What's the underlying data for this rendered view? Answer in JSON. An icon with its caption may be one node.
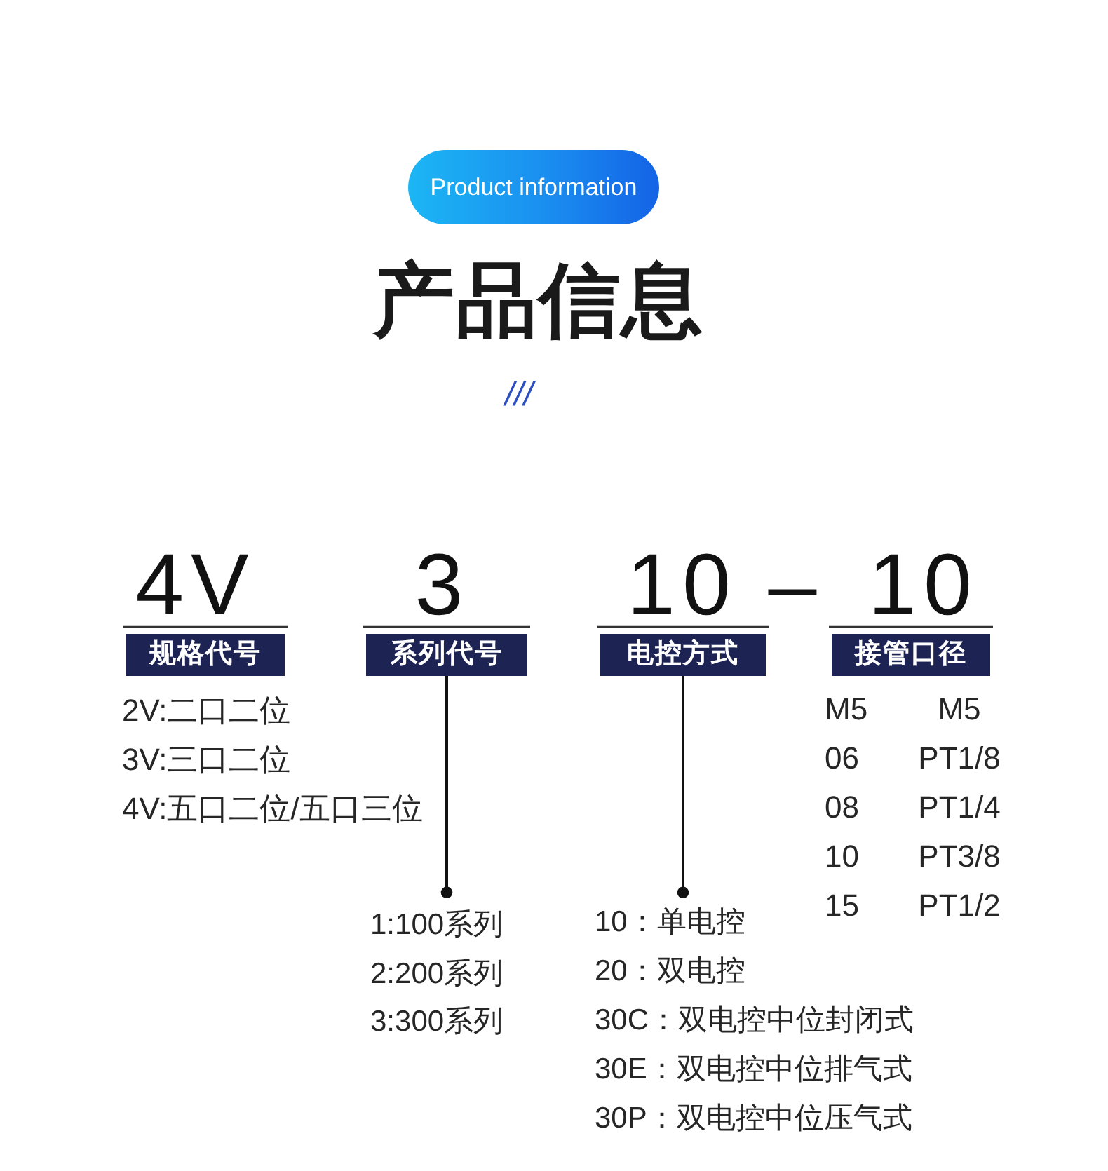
{
  "diagram": {
    "title": "产品信息",
    "nodes": [
      {
        "text": [
          "Product information"
        ]
      },
      {
        "text": [
          "规格代号"
        ],
        "beside": [
          "4V"
        ]
      },
      {
        "text": [
          "系列代号"
        ],
        "beside": [
          "3"
        ]
      },
      {
        "text": [
          "电控方式"
        ],
        "beside": [
          "10"
        ]
      },
      {
        "text": [
          "接管口径"
        ],
        "beside": [
          "10"
        ]
      },
      {
        "text": [
          "1:100系列",
          "2:200系列",
          "3:300系列"
        ]
      },
      {
        "text": [
          "10：单电控",
          "20：双电控",
          "30C：双电控中位封闭式",
          "30E：双电控中位排气式",
          "30P：双电控中位压气式"
        ]
      }
    ],
    "edges": [
      {
        "from": 2,
        "to": 5,
        "arrow": "other"
      },
      {
        "from": 3,
        "to": 6,
        "arrow": "other"
      }
    ],
    "labels": [
      "///",
      "–",
      "2V:二口二位",
      "3V:三口二位",
      "4V:五口二位/五口三位",
      "M5",
      "M5",
      "06",
      "PT1/8",
      "08",
      "PT1/4",
      "10",
      "PT3/8",
      "15",
      "PT1/2"
    ]
  }
}
